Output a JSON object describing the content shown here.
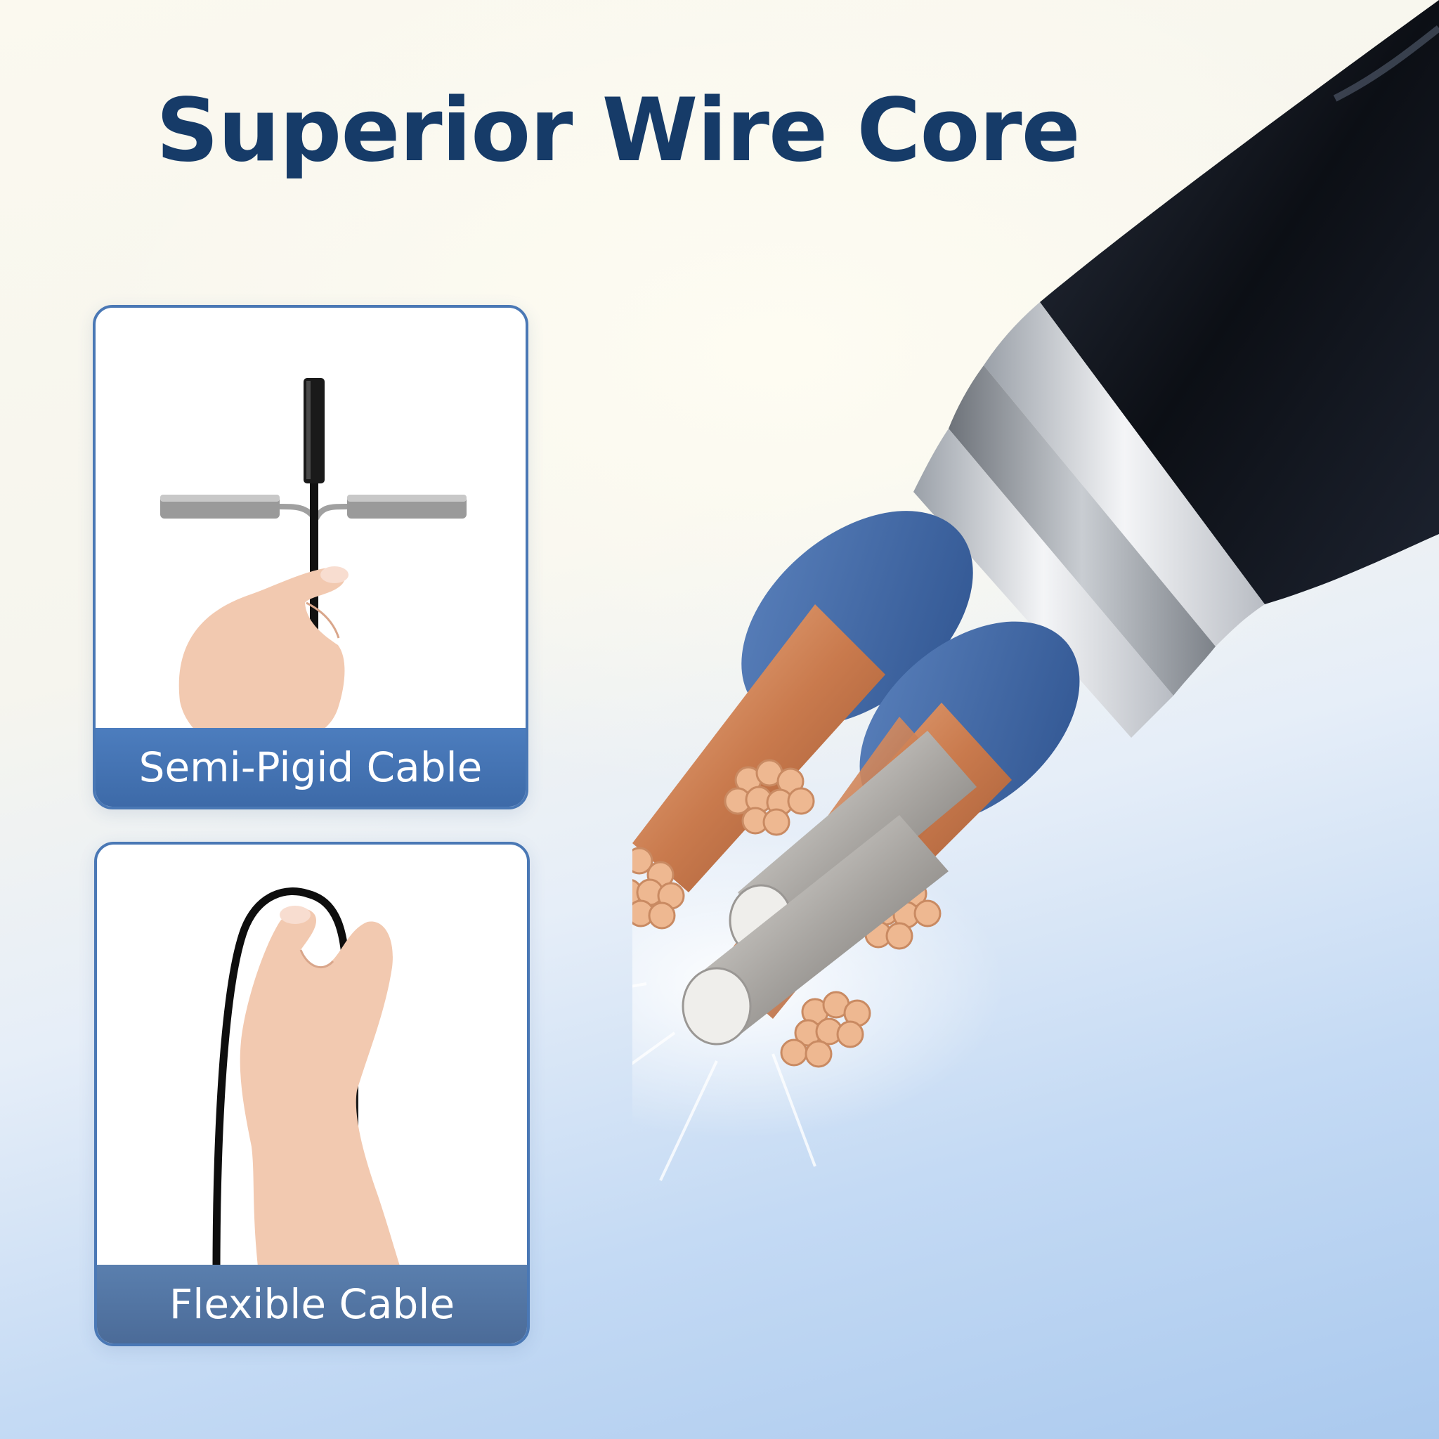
{
  "headline": "Superior Wire Core",
  "cards": {
    "rigid": {
      "label": "Semi-Pigid Cable"
    },
    "flexible": {
      "label": "Flexible Cable"
    }
  },
  "colors": {
    "headline": "#163b68",
    "card_border": "#4a78b5",
    "caption_bg": "#3d6aa8",
    "copper": "#d9905f",
    "insulation": "#3f66a0",
    "jacket": "#0e1116"
  }
}
